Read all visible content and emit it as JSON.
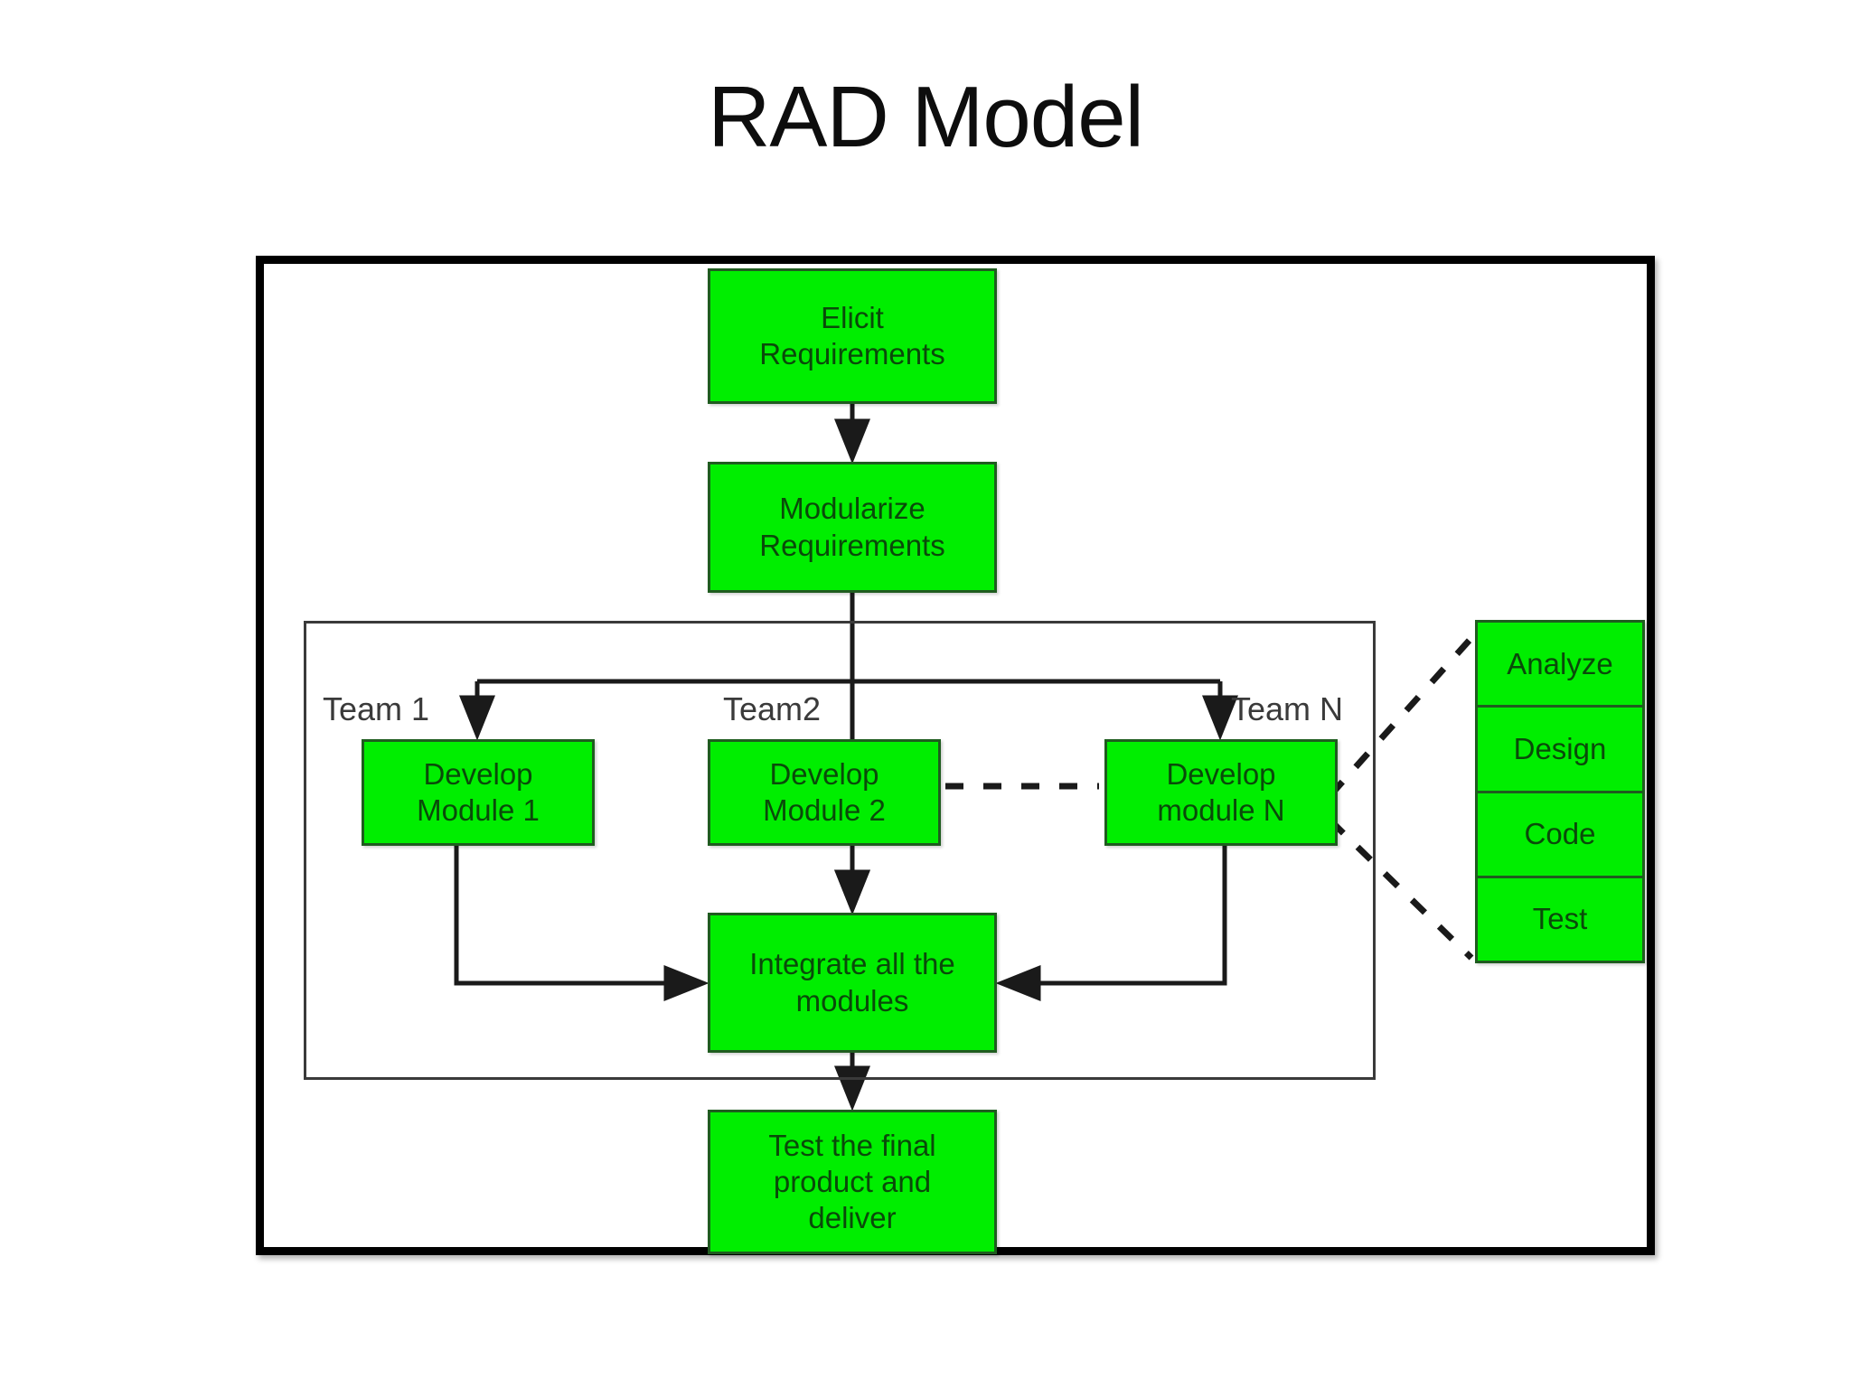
{
  "slide": {
    "title": "RAD Model"
  },
  "diagram": {
    "type": "flowchart",
    "name": "rad-model-flowchart",
    "colors": {
      "box_fill": "#00ee00",
      "box_border": "#1f5c1f",
      "box_text": "#0a4a0a",
      "frame": "#000000",
      "connector": "#1a1a1a",
      "label_text": "#3a3a3a",
      "background": "#ffffff"
    },
    "boxes": {
      "elicit": "Elicit\nRequirements",
      "elicit_line1": "Elicit",
      "elicit_line2": "Requirements",
      "modularize_line1": "Modularize",
      "modularize_line2": "Requirements",
      "module1_line1": "Develop",
      "module1_line2": "Module 1",
      "module2_line1": "Develop",
      "module2_line2": "Module 2",
      "modulen_line1": "Develop",
      "modulen_line2": "module N",
      "integrate_line1": "Integrate all the",
      "integrate_line2": "modules",
      "testfinal_line1": "Test the final",
      "testfinal_line2": "product and",
      "testfinal_line3": "deliver"
    },
    "team_labels": {
      "team1": "Team 1",
      "team2": "Team2",
      "teamn": "Team N"
    },
    "phases": [
      {
        "label": "Analyze"
      },
      {
        "label": "Design"
      },
      {
        "label": "Code"
      },
      {
        "label": "Test"
      }
    ],
    "connectors": [
      {
        "name": "elicit-to-modularize",
        "style": "solid-arrow"
      },
      {
        "name": "modularize-to-distribution-bar",
        "style": "solid"
      },
      {
        "name": "distribution-bar-to-module1",
        "style": "solid-arrow"
      },
      {
        "name": "distribution-bar-to-module2",
        "style": "solid-arrow"
      },
      {
        "name": "distribution-bar-to-modulen",
        "style": "solid-arrow"
      },
      {
        "name": "module1-to-integrate",
        "style": "solid-arrow"
      },
      {
        "name": "module2-to-integrate",
        "style": "solid-arrow"
      },
      {
        "name": "modulen-to-integrate",
        "style": "solid-arrow"
      },
      {
        "name": "module2-to-modulen-ellipsis",
        "style": "dashed"
      },
      {
        "name": "modulen-to-analyze",
        "style": "dashed"
      },
      {
        "name": "modulen-to-test",
        "style": "dashed"
      },
      {
        "name": "integrate-to-testfinal",
        "style": "solid-arrow"
      }
    ]
  }
}
